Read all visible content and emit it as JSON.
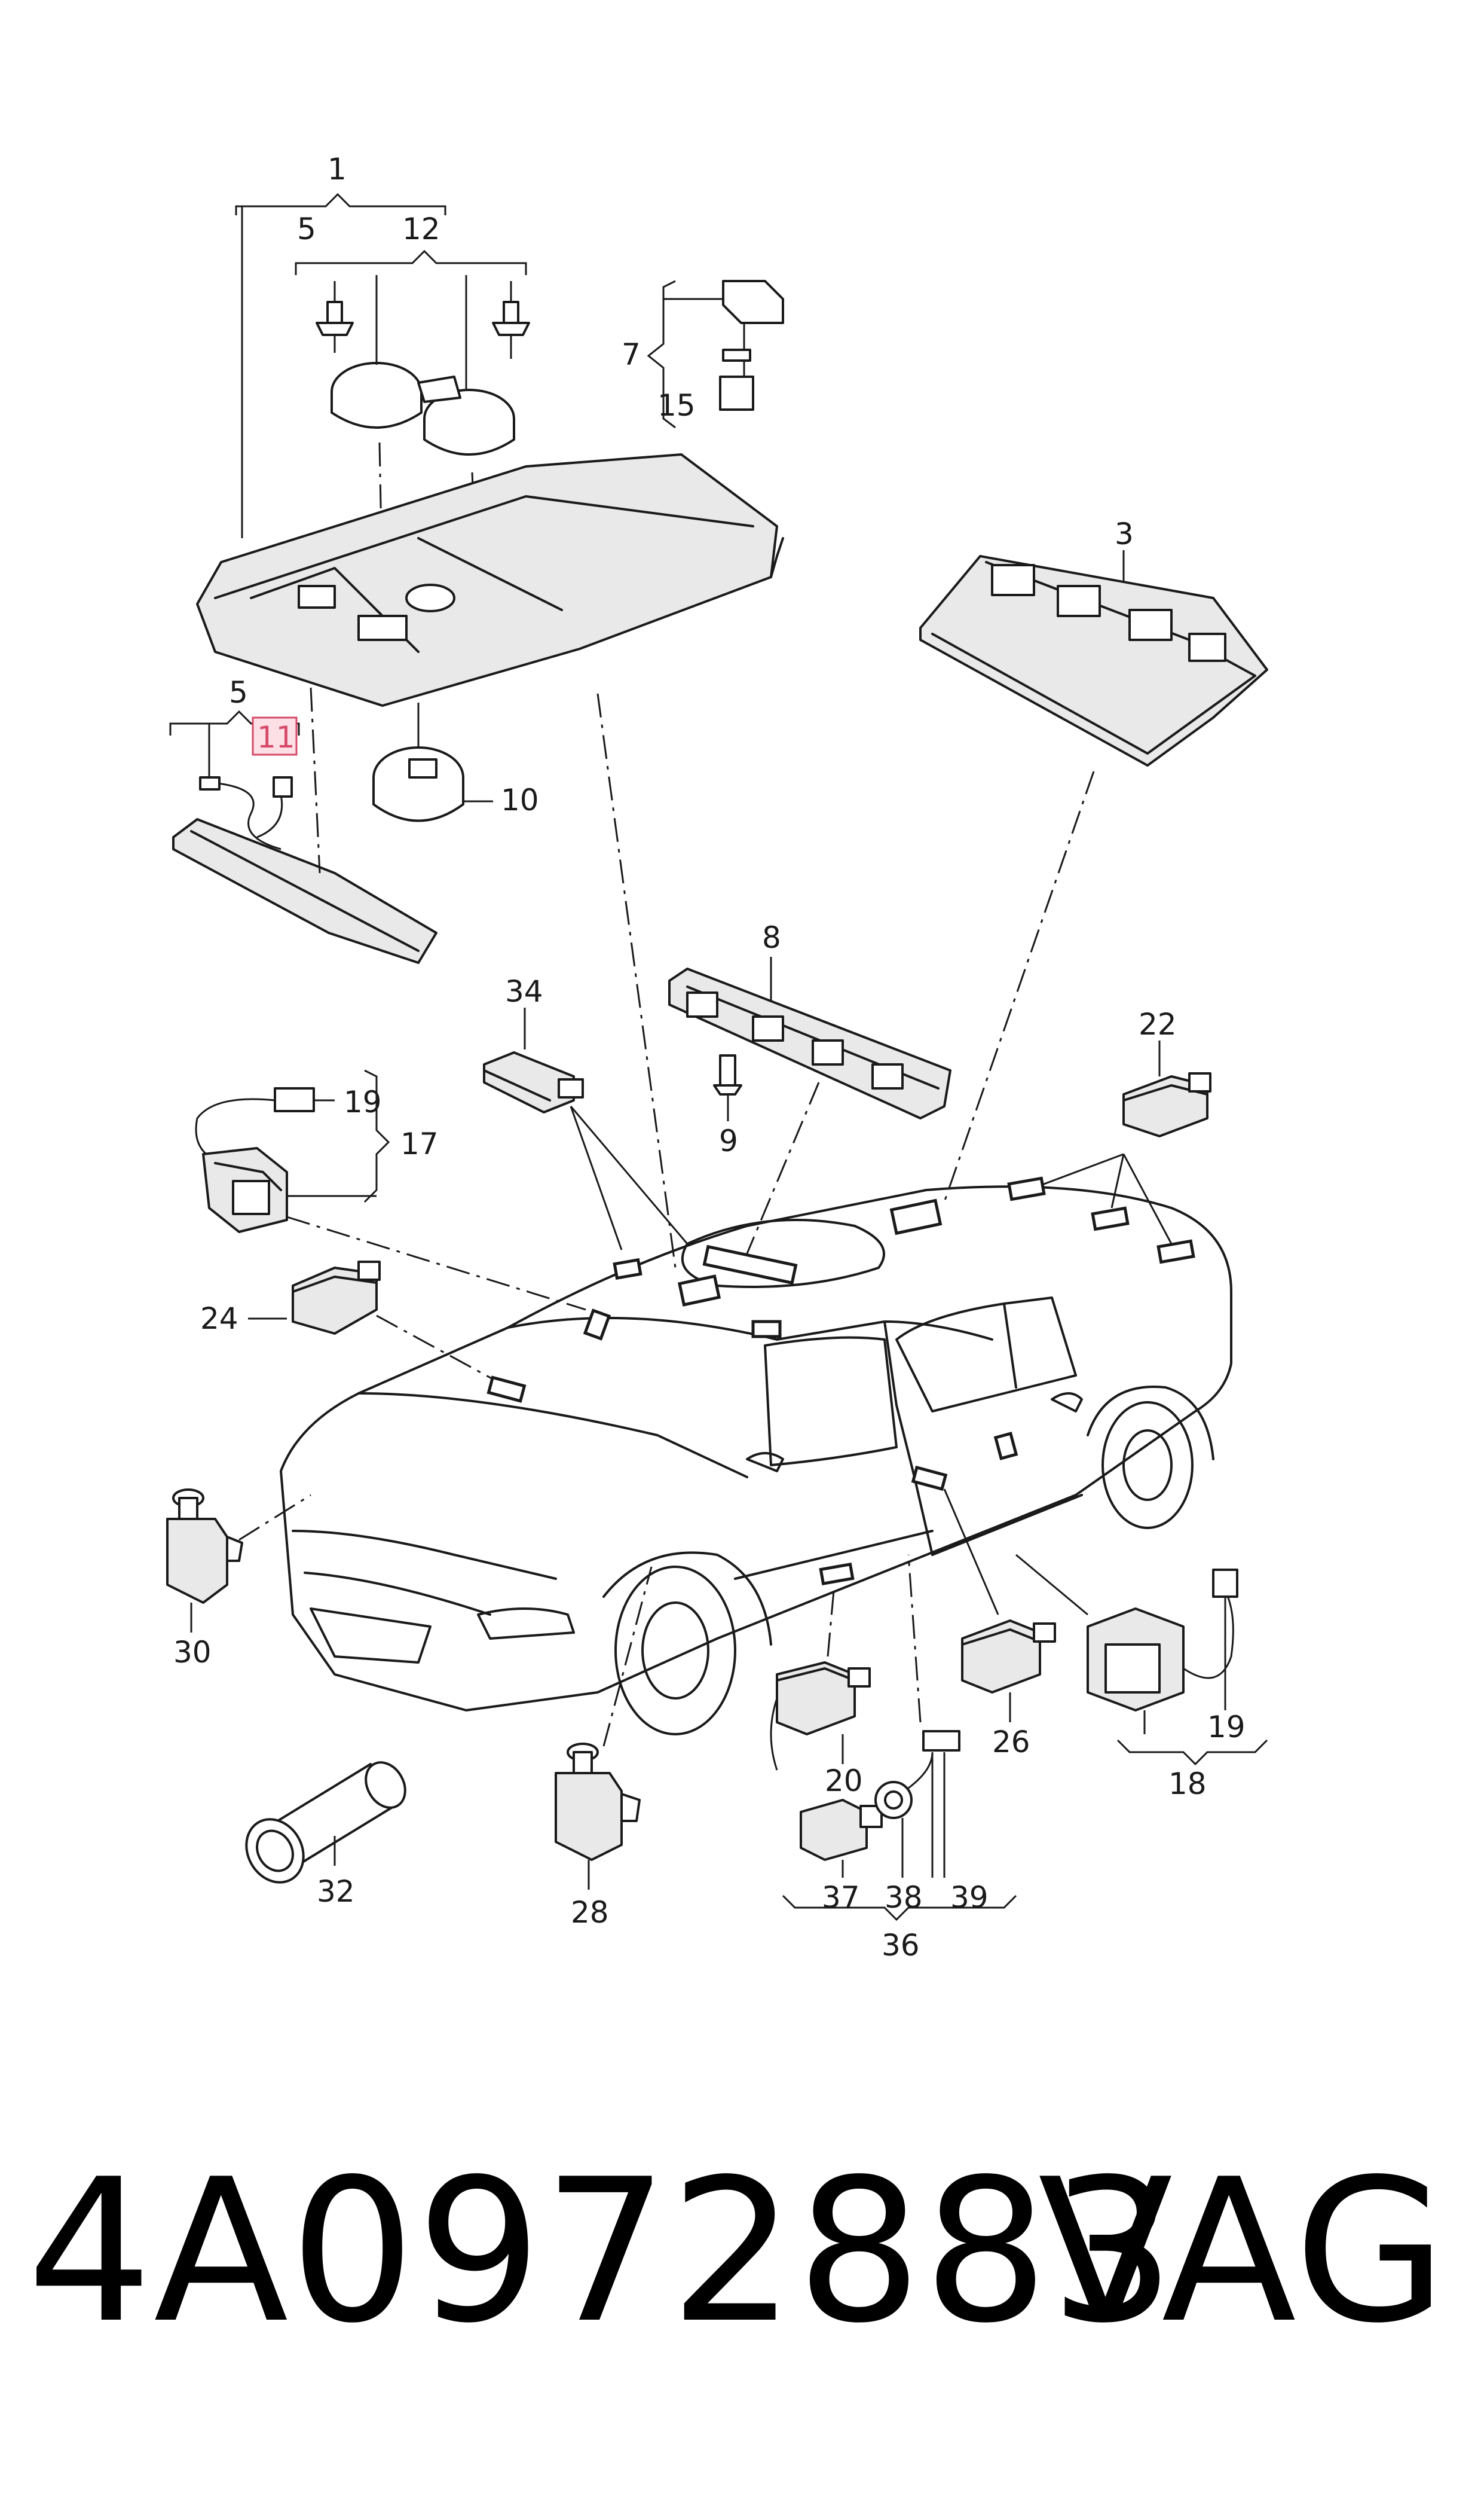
{
  "footer": {
    "part_number": "4A0972883",
    "brand": "VAG"
  },
  "highlight_color": "#d64a6a",
  "callouts": {
    "c1": "1",
    "c5a": "5",
    "c12": "12",
    "c7": "7",
    "c15": "15",
    "c3": "3",
    "c5b": "5",
    "c11": "11",
    "c10": "10",
    "c8": "8",
    "c34": "34",
    "c22": "22",
    "c9": "9",
    "c19a": "19",
    "c17": "17",
    "c24": "24",
    "c30": "30",
    "c20": "20",
    "c26": "26",
    "c19b": "19",
    "c18": "18",
    "c32": "32",
    "c28": "28",
    "c37": "37",
    "c38": "38",
    "c39": "39",
    "c36": "36"
  }
}
